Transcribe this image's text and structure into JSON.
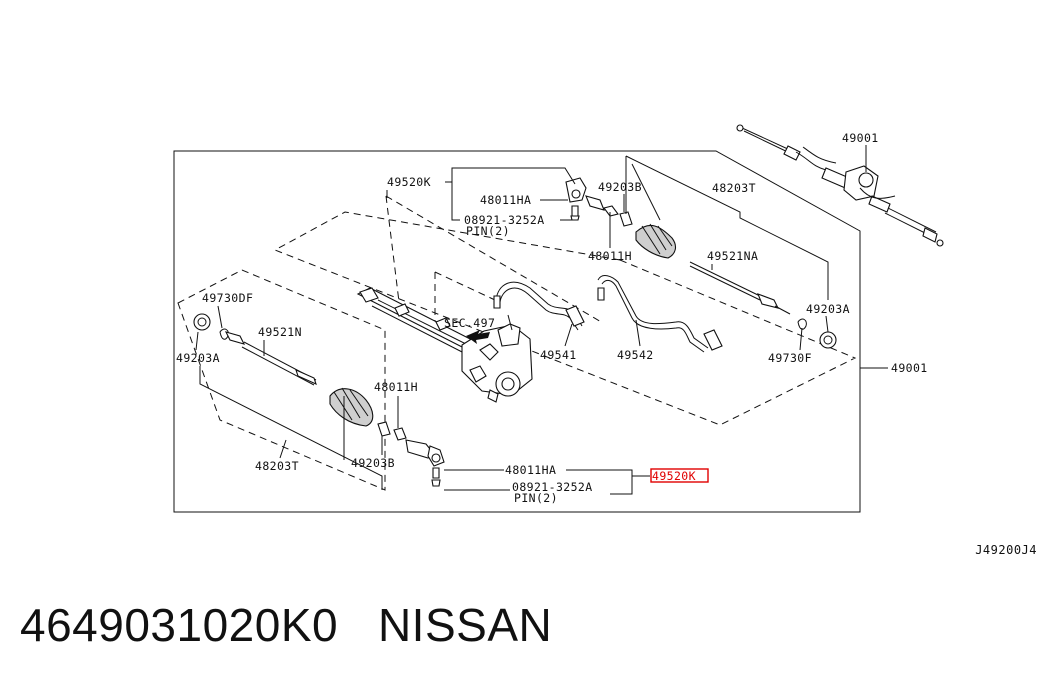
{
  "diagram": {
    "labels": {
      "assy_top": "49001",
      "assy_side": "49001",
      "tie_rod_end_top": "49520K",
      "tie_rod_end_bottom": "49520K",
      "nut_top": "48011HA",
      "nut_bottom": "48011HA",
      "pin_top": "08921-3252A",
      "pin_top_qty": "PIN(2)",
      "pin_bottom": "08921-3252A",
      "pin_bottom_qty": "PIN(2)",
      "band_top": "49203B",
      "band_bottom": "49203B",
      "boot_top": "48203T",
      "boot_bottom": "48203T",
      "lock_nut_top": "48011H",
      "lock_nut_bottom": "48011H",
      "socket_right": "49521NA",
      "socket_left": "49521N",
      "clip_right": "49203A",
      "clip_left": "49203A",
      "wire_right": "49730F",
      "wire_left": "49730DF",
      "section_ref": "SEC.497",
      "tube_left": "49541",
      "tube_right": "49542"
    },
    "highlighted_part": "49520K",
    "highlight_color": "#e00000",
    "diagram_code": "J49200J4"
  },
  "caption": {
    "part_number": "4649031020K0",
    "brand": "NISSAN"
  }
}
